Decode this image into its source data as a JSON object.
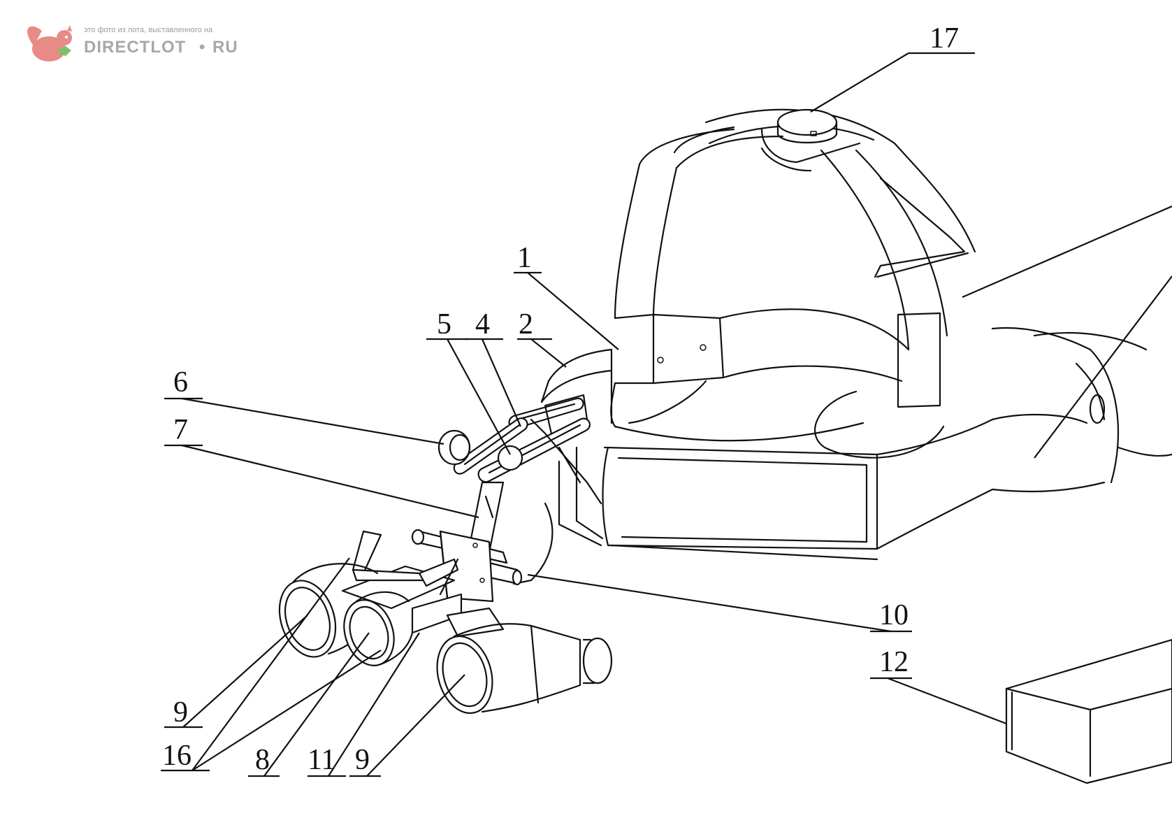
{
  "watermark": {
    "caption": "это фото из лота, выставленного на",
    "brand": "DIRECTLOT",
    "separator": "•",
    "tld": "RU",
    "logo_color": "#e88a86",
    "logo_icon": "squirrel-logo-icon"
  },
  "labels": {
    "l1": "1",
    "l2": "2",
    "l4": "4",
    "l5": "5",
    "l6": "6",
    "l7": "7",
    "l8": "8",
    "l9a": "9",
    "l9b": "9",
    "l10": "10",
    "l11": "11",
    "l12": "12",
    "l16": "16",
    "l17": "17"
  }
}
